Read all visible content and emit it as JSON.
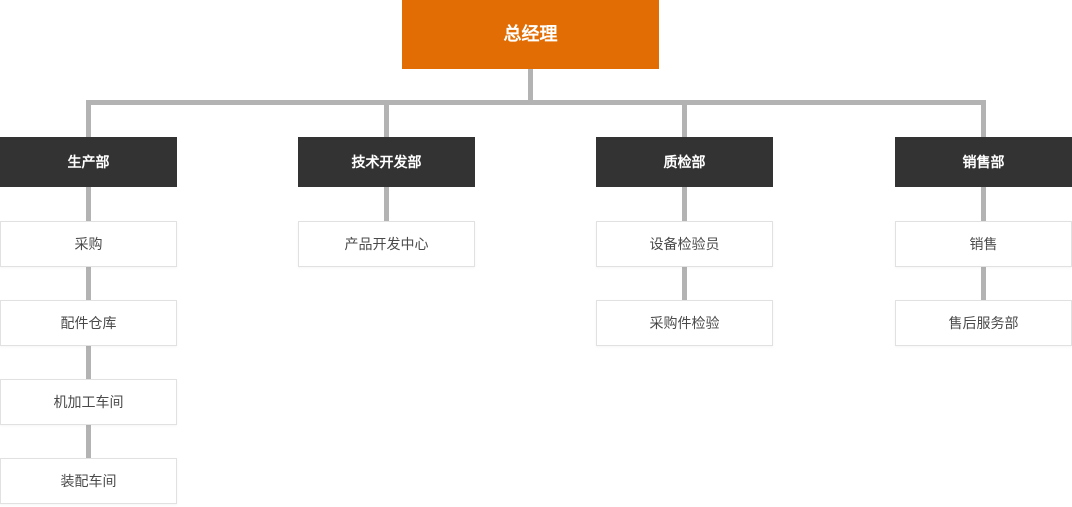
{
  "colors": {
    "root_bg": "#e16d04",
    "dept_bg": "#333333",
    "line": "#b3b3b3",
    "child_border": "#e1e1e1",
    "child_text": "#4a4a4a",
    "node_text": "#ffffff"
  },
  "org_chart": {
    "root": {
      "label": "总经理"
    },
    "departments": [
      {
        "label": "生产部",
        "children": [
          "采购",
          "配件仓库",
          "机加工车间",
          "装配车间"
        ]
      },
      {
        "label": "技术开发部",
        "children": [
          "产品开发中心"
        ]
      },
      {
        "label": "质检部",
        "children": [
          "设备检验员",
          "采购件检验"
        ]
      },
      {
        "label": "销售部",
        "children": [
          "销售",
          "售后服务部"
        ]
      }
    ]
  }
}
